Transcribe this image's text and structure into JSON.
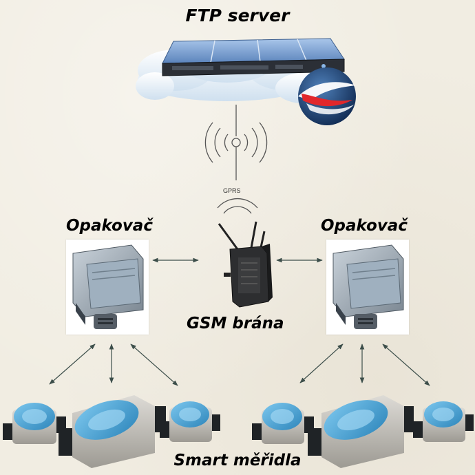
{
  "title": "FTP server",
  "gprs_label": "GPRS",
  "repeater_left_label": "Opakovač",
  "repeater_right_label": "Opakovač",
  "gateway_label": "GSM brána",
  "meters_label": "Smart měřidla",
  "colors": {
    "background": "#f1ede2",
    "cloud": "#eaf2fa",
    "server_blue": "#6a93c8",
    "meter_blue": "#3f9fd0",
    "arrow": "#3c4e4a"
  }
}
